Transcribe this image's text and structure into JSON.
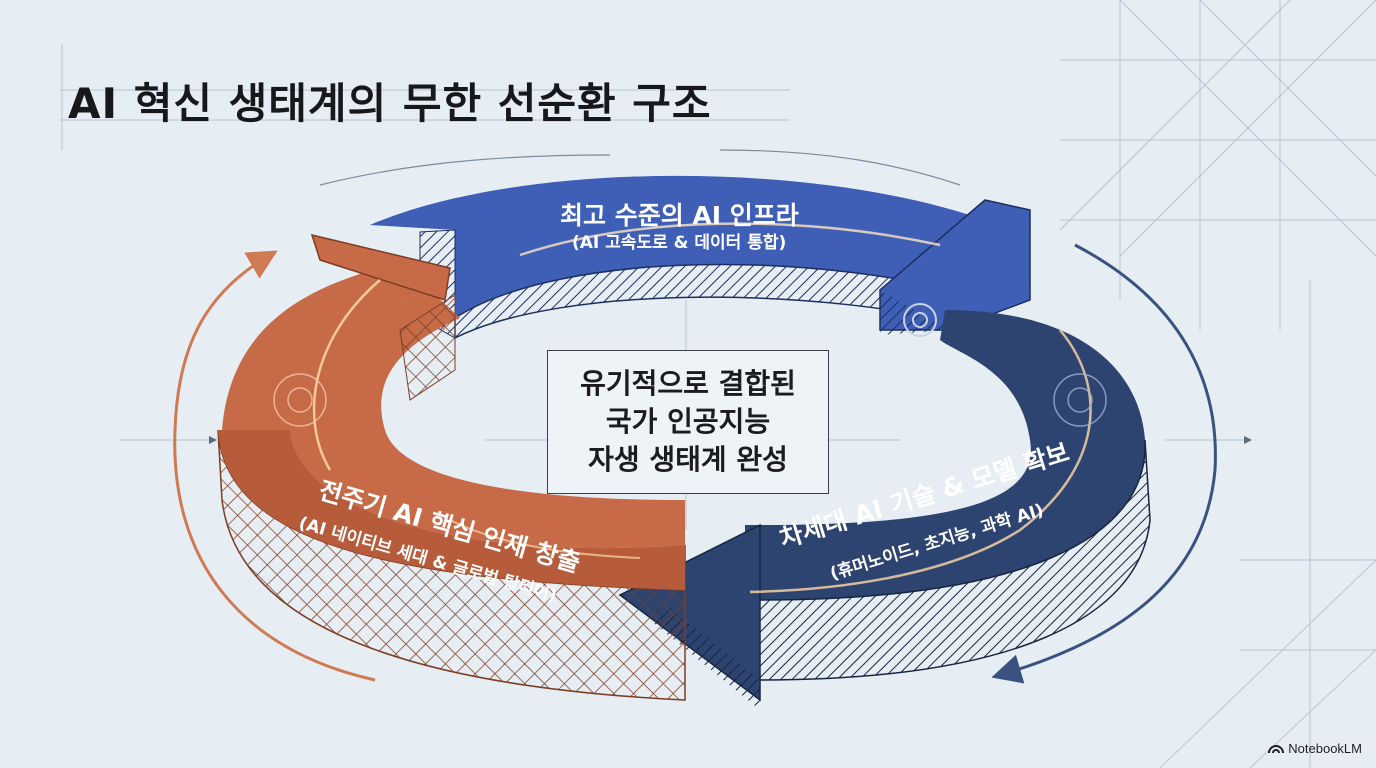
{
  "title": "AI 혁신 생태계의 무한 선순환 구조",
  "center": {
    "lines": [
      "유기적으로 결합된",
      "국가 인공지능",
      "자생 생태계 완성"
    ]
  },
  "stages": [
    {
      "id": "infrastructure",
      "title": "최고 수준의 AI 인프라",
      "subtitle": "(AI 고속도로 & 데이터 통합)",
      "color": "#3f5fb6"
    },
    {
      "id": "technology",
      "title": "차세대 AI 기술 & 모델 확보",
      "subtitle": "(휴머노이드, 초지능, 과학 AI)",
      "color": "#2e4470"
    },
    {
      "id": "talent",
      "title": "전주기 AI 핵심 인재 창출",
      "subtitle": "(AI 네이티브 세대 & 글로벌 탑티어)",
      "color": "#c66a47"
    }
  ],
  "watermark": {
    "text": "NotebookLM"
  },
  "colors": {
    "background": "#e6eef4",
    "blueprint_line": "#8a9bb0",
    "accent_glow": "#ffd9a8"
  }
}
